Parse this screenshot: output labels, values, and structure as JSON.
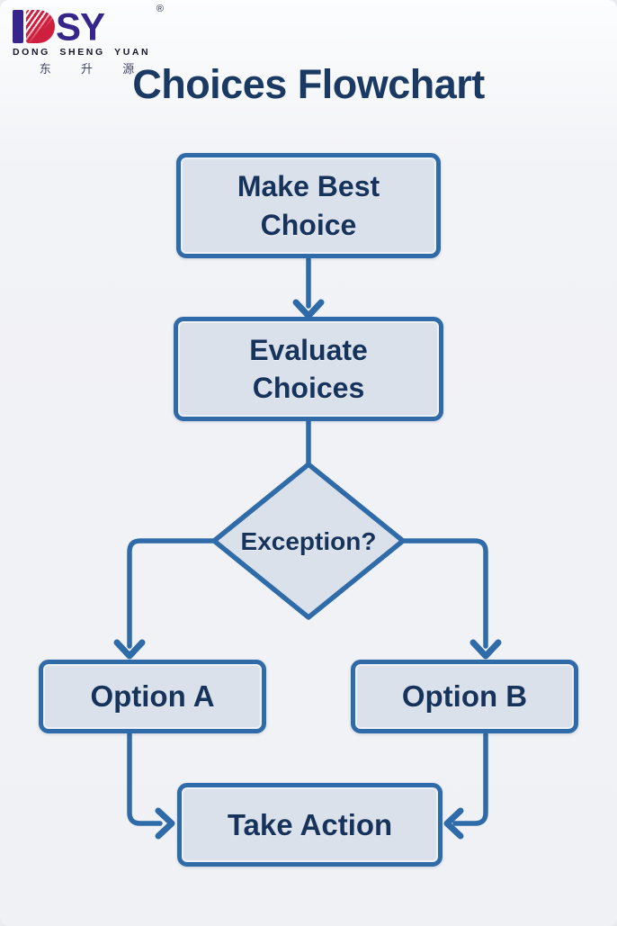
{
  "page": {
    "title": "Choices Flowchart",
    "background": "#f0f1f5"
  },
  "logo": {
    "brand": "DSY",
    "brand_suffix": "SY",
    "registered": "®",
    "name_en": "DONG  SHENG  YUAN",
    "name_cn": "东 升 源",
    "purple": "#37258c",
    "red": "#ce1f3e"
  },
  "flowchart": {
    "nodes": {
      "start": {
        "label": "Make Best\nChoice",
        "type": "process"
      },
      "evaluate": {
        "label": "Evaluate\nChoices",
        "type": "process"
      },
      "decision": {
        "label": "Exception?",
        "type": "decision"
      },
      "option_a": {
        "label": "Option A",
        "type": "process"
      },
      "option_b": {
        "label": "Option B",
        "type": "process"
      },
      "action": {
        "label": "Take Action",
        "type": "process"
      }
    },
    "edges": [
      {
        "from": "start",
        "to": "evaluate"
      },
      {
        "from": "evaluate",
        "to": "decision"
      },
      {
        "from": "decision",
        "to": "option_a"
      },
      {
        "from": "decision",
        "to": "option_b"
      },
      {
        "from": "option_a",
        "to": "action"
      },
      {
        "from": "option_b",
        "to": "action"
      }
    ],
    "colors": {
      "node_fill": "#dae1ea",
      "node_border": "#2e6ba8",
      "node_text": "#16335c",
      "title_text": "#1b3a63"
    }
  }
}
